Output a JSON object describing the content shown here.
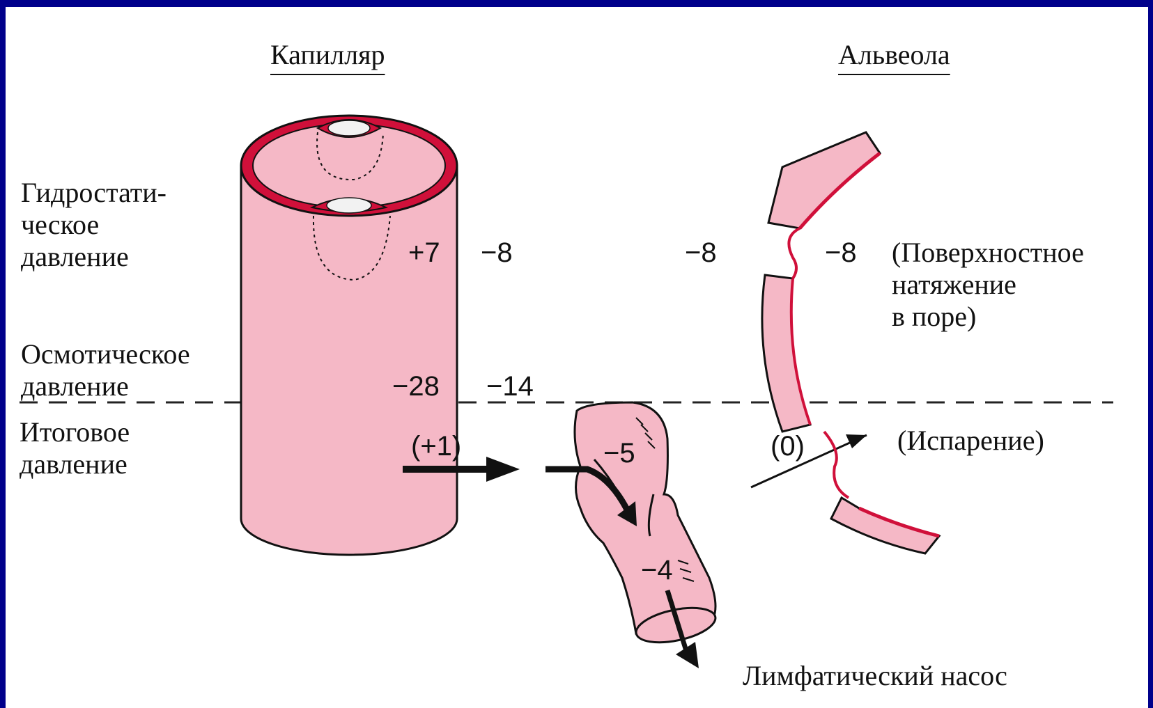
{
  "titles": {
    "capillary": "Капилляр",
    "alveolus": "Альвеола"
  },
  "row_labels": {
    "hydrostatic": [
      "Гидростати-",
      "ческое",
      "давление"
    ],
    "osmotic": [
      "Осмотическое",
      "давление"
    ],
    "net": [
      "Итоговое",
      "давление"
    ]
  },
  "values": {
    "capillary_hydrostatic": "+7",
    "interstitial_hydrostatic": "−8",
    "alveolar_hydrostatic": "−8",
    "pore_hydrostatic": "−8",
    "capillary_osmotic": "−28",
    "interstitial_osmotic": "−14",
    "capillary_net": "(+1)",
    "lymph_upper": "−5",
    "lymph_lower": "−4",
    "alveolar_net": "(0)"
  },
  "annotations": {
    "surface_tension": [
      "(Поверхностное",
      "натяжение",
      "в  поре)"
    ],
    "evaporation": "(Испарение)",
    "lymph_pump": "Лимфатический  насос"
  },
  "colors": {
    "background": "#00008b",
    "tissue_pink": "#f5b8c6",
    "wall_red": "#d0103a"
  }
}
